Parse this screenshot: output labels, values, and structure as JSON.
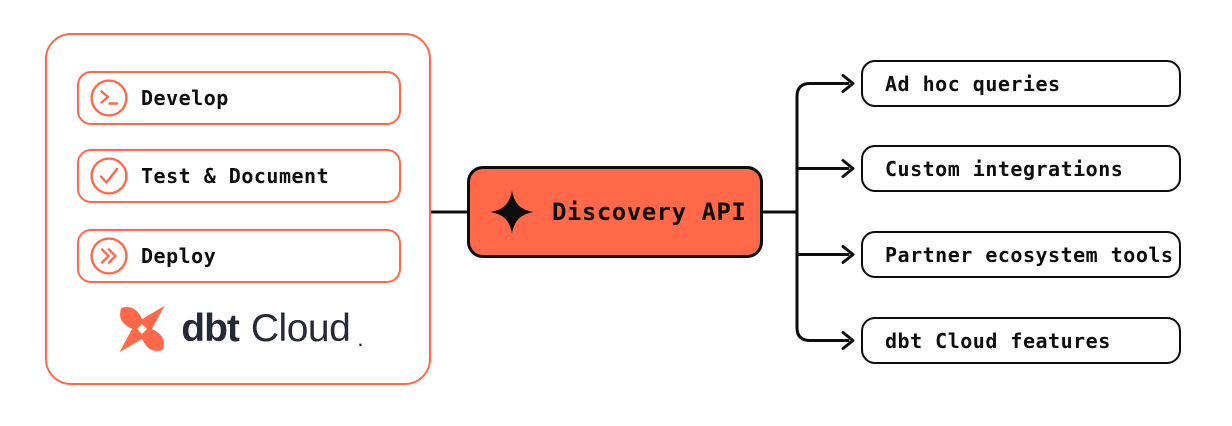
{
  "colors": {
    "accent": "#FF694A",
    "ink": "#0D0D0D",
    "navy": "#262A38",
    "background": "#FFFFFF"
  },
  "left_panel": {
    "items": [
      {
        "label": "Develop",
        "icon": "terminal-prompt-icon"
      },
      {
        "label": "Test & Document",
        "icon": "check-circle-icon"
      },
      {
        "label": "Deploy",
        "icon": "double-chevron-circle-icon"
      }
    ],
    "logo": {
      "brand": "dbt",
      "product": "Cloud",
      "trademark": "."
    }
  },
  "center_node": {
    "label": "Discovery API",
    "icon": "sparkle-icon"
  },
  "right_nodes": [
    {
      "label": "Ad hoc queries"
    },
    {
      "label": "Custom integrations"
    },
    {
      "label": "Partner ecosystem tools"
    },
    {
      "label": "dbt Cloud features"
    }
  ]
}
